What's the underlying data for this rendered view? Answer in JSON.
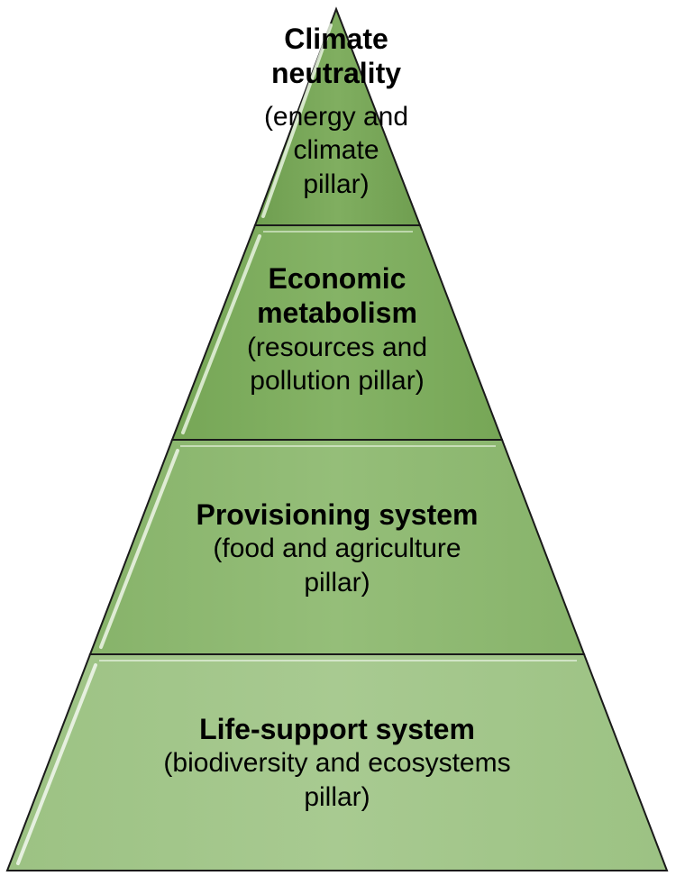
{
  "tiers": [
    {
      "title_line1": "Climate",
      "title_line2": "neutrality",
      "sub_line1": "(energy and",
      "sub_line2": "climate",
      "sub_line3": "pillar)"
    },
    {
      "title_line1": "Economic",
      "title_line2": "metabolism",
      "sub_line1": "(resources and",
      "sub_line2": "pollution pillar)"
    },
    {
      "title_line1": "Provisioning system",
      "sub_line1": "(food and agriculture",
      "sub_line2": "pillar)"
    },
    {
      "title_line1": "Life-support system",
      "sub_line1": "(biodiversity and ecosystems",
      "sub_line2": "pillar)"
    }
  ],
  "colors": {
    "tier_top": "#7fae5e",
    "tier_mid_upper": "#84b263",
    "tier_mid_lower": "#94bd78",
    "tier_bottom": "#a6c98e",
    "outline": "#1a1a1a",
    "highlight": "#e8f3df"
  }
}
